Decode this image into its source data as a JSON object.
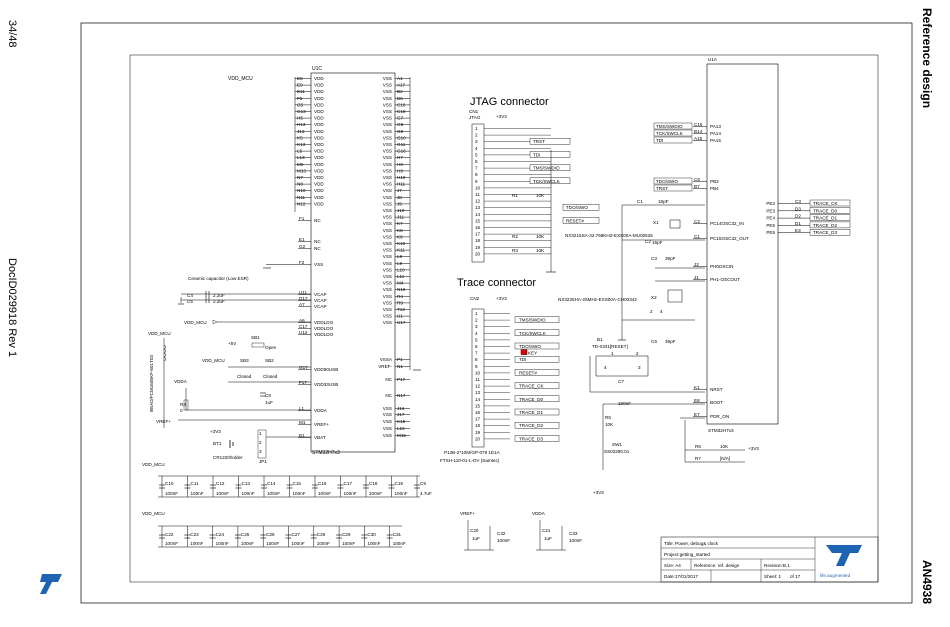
{
  "margins": {
    "page_number": "34/48",
    "doc_id": "DocID029918 Rev 1",
    "section": "Reference design",
    "doc_code": "AN4938"
  },
  "u1c": {
    "ref": "U1C",
    "part": "STM32H7x3",
    "vdd_net": "VDD_MCU",
    "vdd_pins": [
      "E6",
      "E9",
      "E11",
      "F5",
      "G5",
      "G13",
      "H5",
      "H13",
      "J13",
      "K5",
      "K13",
      "L5",
      "L13",
      "M5",
      "M13",
      "N7",
      "N8",
      "N10",
      "N11",
      "N12"
    ],
    "vdd_name": "VDD",
    "vss_pins": [
      "A1",
      "A17",
      "B2",
      "B6",
      "C16",
      "C18",
      "G7",
      "G8",
      "G9",
      "G10",
      "G11",
      "G16",
      "H7",
      "H8",
      "H9",
      "H10",
      "H11",
      "J7",
      "J8",
      "J9",
      "J10",
      "J11",
      "K7",
      "K8",
      "K9",
      "K10",
      "K11",
      "L8",
      "L9",
      "L10",
      "L11",
      "M4",
      "N16",
      "R4",
      "R9",
      "T12",
      "U1",
      "U17"
    ],
    "vss_name": "VSS",
    "left_misc": [
      {
        "pin": "F1",
        "name": "NC"
      },
      {
        "pin": "E1",
        "name": "NC"
      },
      {
        "pin": "G2",
        "name": "NC"
      },
      {
        "pin": "F2",
        "name": "VSS"
      }
    ],
    "vcap": [
      {
        "pin": "U11",
        "name": "VCAP"
      },
      {
        "pin": "D17",
        "name": "VCAP"
      },
      {
        "pin": "A7",
        "name": "VCAP"
      }
    ],
    "ldo": [
      {
        "pin": "A6",
        "name": "VDDLDO"
      },
      {
        "pin": "C17",
        "name": "VDDLDO"
      },
      {
        "pin": "U12",
        "name": "VDDLDO"
      }
    ],
    "usb": [
      {
        "pin": "G17",
        "name": "VDD50USB"
      },
      {
        "pin": "F17",
        "name": "VDD33USB"
      }
    ],
    "analog": [
      {
        "pin": "L1",
        "name": "VDDA"
      },
      {
        "pin": "M1",
        "name": "VREF+"
      },
      {
        "pin": "B1",
        "name": "VBAT"
      }
    ],
    "right_misc": [
      {
        "pin": "P1",
        "name": "VSSA"
      },
      {
        "pin": "N1",
        "name": "VREF-"
      },
      {
        "pin": "P17",
        "name": "NC"
      },
      {
        "pin": "N17",
        "name": "NC"
      },
      {
        "pin": "J16",
        "name": "VSS"
      },
      {
        "pin": "J17",
        "name": "VSS"
      },
      {
        "pin": "K15",
        "name": "VSS"
      },
      {
        "pin": "L15",
        "name": "VSS"
      },
      {
        "pin": "M15",
        "name": "VSS"
      }
    ],
    "ceramic_note": "Ceramic capacitor (Low ESR)",
    "vcap_caps": [
      {
        "ref": "C4",
        "val": "2.2uF"
      },
      {
        "ref": "C5",
        "val": "2.2uF"
      }
    ],
    "vdd_mcu2": "VDD_MCU",
    "plus5v": "+5V",
    "sb1": "SB1",
    "sb1_state": "Open",
    "sb3": "SB3",
    "sb3_state": "Closed",
    "sb2": "SB2",
    "sb2_state": "Closed",
    "c8": "C8",
    "c8_val": "1uF",
    "vdd_mcu3": "VDD_MCU",
    "vdda": "VDDA",
    "bead": "BEAD/FCM1608KF-601T03",
    "r4": "R4",
    "r4_val": "0",
    "l1": "L1",
    "vref_net": "VREF+",
    "plus3v3": "+3V3",
    "bt1": "BT1",
    "bt1_part": "CR1220holder",
    "jp1": "JP1",
    "jp_pins": [
      "1",
      "2",
      "3"
    ]
  },
  "decoupling": {
    "net1": "VDD_MCU",
    "row1": [
      {
        "ref": "C10",
        "val": "100nF"
      },
      {
        "ref": "C11",
        "val": "100nF"
      },
      {
        "ref": "C12",
        "val": "100nF"
      },
      {
        "ref": "C13",
        "val": "100nF"
      },
      {
        "ref": "C14",
        "val": "100nF"
      },
      {
        "ref": "C15",
        "val": "100nF"
      },
      {
        "ref": "C16",
        "val": "100nF"
      },
      {
        "ref": "C17",
        "val": "100nF"
      },
      {
        "ref": "C18",
        "val": "100nF"
      },
      {
        "ref": "C19",
        "val": "100nF"
      },
      {
        "ref": "C9",
        "val": "4.7uF"
      }
    ],
    "net2": "VDD_MCU",
    "row2": [
      {
        "ref": "C22",
        "val": "100nF"
      },
      {
        "ref": "C23",
        "val": "100nF"
      },
      {
        "ref": "C24",
        "val": "100nF"
      },
      {
        "ref": "C25",
        "val": "100nF"
      },
      {
        "ref": "C26",
        "val": "100nF"
      },
      {
        "ref": "C27",
        "val": "100nF"
      },
      {
        "ref": "C28",
        "val": "100nF"
      },
      {
        "ref": "C29",
        "val": "100nF"
      },
      {
        "ref": "C30",
        "val": "100nF"
      },
      {
        "ref": "C31",
        "val": "100nF"
      }
    ],
    "vref_net": "VREF+",
    "vref_caps": [
      {
        "ref": "C20",
        "val": "1uF"
      },
      {
        "ref": "C32",
        "val": "100nF"
      }
    ],
    "vdda_net": "VDDA",
    "vdda_caps": [
      {
        "ref": "C21",
        "val": "1uF"
      },
      {
        "ref": "C33",
        "val": "100nF"
      }
    ]
  },
  "jtag": {
    "title": "JTAG connector",
    "ref": "CN1",
    "name": "JTAG",
    "supply": "+3V3",
    "pins": [
      "1",
      "2",
      "3",
      "4",
      "5",
      "6",
      "7",
      "8",
      "9",
      "10",
      "11",
      "12",
      "13",
      "14",
      "15",
      "16",
      "17",
      "18",
      "19",
      "20"
    ],
    "nets": [
      {
        "pin": "3",
        "label": "TRST"
      },
      {
        "pin": "5",
        "label": "TDI"
      },
      {
        "pin": "7",
        "label": "TMS/SWDIO"
      },
      {
        "pin": "9",
        "label": "TCK/SWCLK"
      },
      {
        "pin": "13",
        "label": "TDO/SWO"
      },
      {
        "pin": "15",
        "label": "RESET#"
      }
    ],
    "r1": "R1",
    "r1_val": "10K",
    "r2": "R2",
    "r2_val": "10K",
    "r3": "R3",
    "r3_val": "10K"
  },
  "trace": {
    "title": "Trace connector",
    "ref": "CN2",
    "supply": "+3V3",
    "pins": [
      "1",
      "2",
      "3",
      "4",
      "5",
      "6",
      "7",
      "8",
      "9",
      "10",
      "11",
      "12",
      "13",
      "14",
      "15",
      "16",
      "17",
      "18",
      "19",
      "20"
    ],
    "nets": [
      {
        "pin": "2",
        "label": "TMS/SWDIO"
      },
      {
        "pin": "4",
        "label": "TCK/SWCLK"
      },
      {
        "pin": "6",
        "label": "TDO/SWO"
      },
      {
        "pin": "7",
        "label": "KEY"
      },
      {
        "pin": "8",
        "label": "TDI"
      },
      {
        "pin": "10",
        "label": "RESET#"
      },
      {
        "pin": "12",
        "label": "TRACE_CK"
      },
      {
        "pin": "14",
        "label": "TRACE_D0"
      },
      {
        "pin": "16",
        "label": "TRACE_D1"
      },
      {
        "pin": "18",
        "label": "TRACE_D2"
      },
      {
        "pin": "20",
        "label": "TRACE_D3"
      }
    ],
    "part1": "P12B-2*10M/GP-079 1E1A",
    "part2": "FTSH-110-01-L-DV (Samtec)"
  },
  "crystals": {
    "x1": "X1",
    "x1_part": "NX3215SA-32.768KHZ-EXS00A-MU00525",
    "c1": "C1",
    "c1_val": "15pF",
    "c2": "C2",
    "c2_val": "15pF",
    "x2": "X2",
    "x2_part": "NX3225HA-25MHz-EXS00A-CH00342",
    "c3": "C3",
    "c3_val": "39pF",
    "c6": "C6",
    "c6_val": "39pF",
    "gnd_pins": [
      "2",
      "4"
    ]
  },
  "reset": {
    "b1": "B1",
    "b1_part": "TD-0341[RESET]",
    "pins": [
      "1",
      "2",
      "3",
      "4"
    ],
    "c7": "C7",
    "c7_val": "100nF",
    "r5": "R5",
    "r5_val": "10K",
    "sw1": "SW1",
    "sw1_part": "SS03290.01",
    "sw_supply": "+3V3",
    "r6": "R6",
    "r6_val": "10K",
    "r7": "R7",
    "r7_val": "[N/A]",
    "r6_supply": "+3V3"
  },
  "u1a": {
    "ref": "U1A",
    "part": "STM32H7x3",
    "left": [
      {
        "pin": "C15",
        "name": "PA13",
        "net": "TMS/SWDIO"
      },
      {
        "pin": "B14",
        "name": "PA14",
        "net": "TCK/SWCLK"
      },
      {
        "pin": "A15",
        "name": "PA15",
        "net": "TDI"
      },
      {
        "pin": "C6",
        "name": "PB3",
        "net": "TDO/SWO"
      },
      {
        "pin": "B7",
        "name": "PB4",
        "net": "TRST"
      },
      {
        "pin": "C2",
        "name": "PC14OSC32_IN",
        "net": ""
      },
      {
        "pin": "C1",
        "name": "PC15OSC32_OUT",
        "net": ""
      },
      {
        "pin": "J2",
        "name": "PH0OSCIN",
        "net": ""
      },
      {
        "pin": "J1",
        "name": "PH1-OSCOUT",
        "net": ""
      },
      {
        "pin": "K1",
        "name": "NRST",
        "net": ""
      },
      {
        "pin": "E8",
        "name": "BOOT",
        "net": ""
      },
      {
        "pin": "E7",
        "name": "PDR_ON",
        "net": ""
      }
    ],
    "right": [
      {
        "pin": "C3",
        "name": "PE2",
        "net": "TRACE_CK"
      },
      {
        "pin": "D3",
        "name": "PE3",
        "net": "TRACE_D0"
      },
      {
        "pin": "D2",
        "name": "PE4",
        "net": "TRACE_D1"
      },
      {
        "pin": "D1",
        "name": "PE5",
        "net": "TRACE_D2"
      },
      {
        "pin": "E3",
        "name": "PE6",
        "net": "TRACE_D3"
      }
    ]
  },
  "titleblock": {
    "title": "Title: Power, debug& clock",
    "project": "Project:getting_started",
    "size": "Size: A4",
    "reference": "Reference: ref. design",
    "revision": "Revision:B.1",
    "date": "Date:17/01/2017",
    "sheet": "Sheet: 1",
    "of": "of 17",
    "logo_tag": "life.augmented"
  }
}
